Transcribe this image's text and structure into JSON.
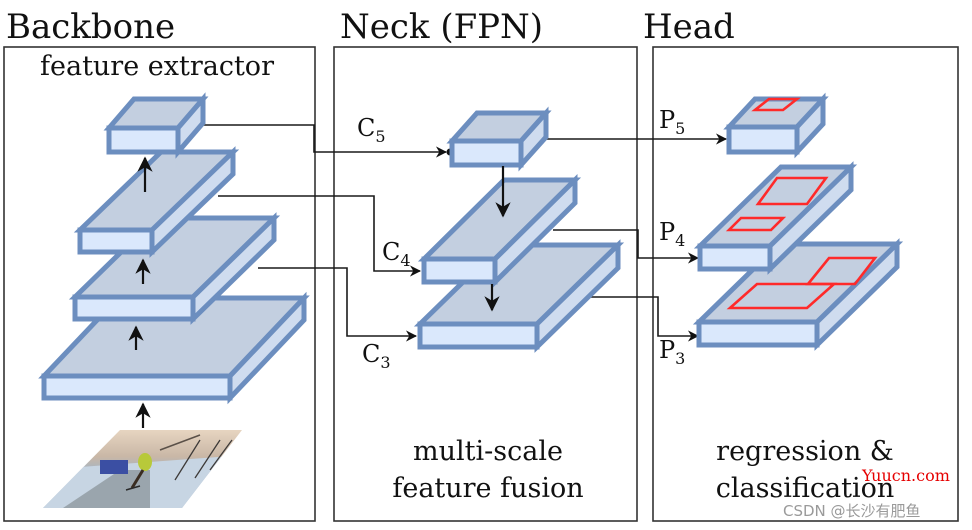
{
  "sections": {
    "backbone": {
      "title": "Backbone",
      "caption": "feature extractor"
    },
    "neck": {
      "title": "Neck (FPN)",
      "caption_line1": "multi-scale",
      "caption_line2": "feature fusion"
    },
    "head": {
      "title": "Head",
      "caption_line1": "regression &",
      "caption_line2": "classification"
    }
  },
  "labels": {
    "c5": {
      "main": "C",
      "sub": "5"
    },
    "c4": {
      "main": "C",
      "sub": "4"
    },
    "c3": {
      "main": "C",
      "sub": "3"
    },
    "p5": {
      "main": "P",
      "sub": "5"
    },
    "p4": {
      "main": "P",
      "sub": "4"
    },
    "p3": {
      "main": "P",
      "sub": "3"
    }
  },
  "input_image": {
    "description": "person skiing on snowy road with bare trees"
  },
  "watermarks": {
    "site": "Yuucn.com",
    "author": "CSDN @长沙有肥鱼"
  },
  "colors": {
    "block_top": "#c3cfe0",
    "block_front": "#dae8fc",
    "block_border": "#6c8ebf",
    "detection_box": "#ff2a2a"
  }
}
